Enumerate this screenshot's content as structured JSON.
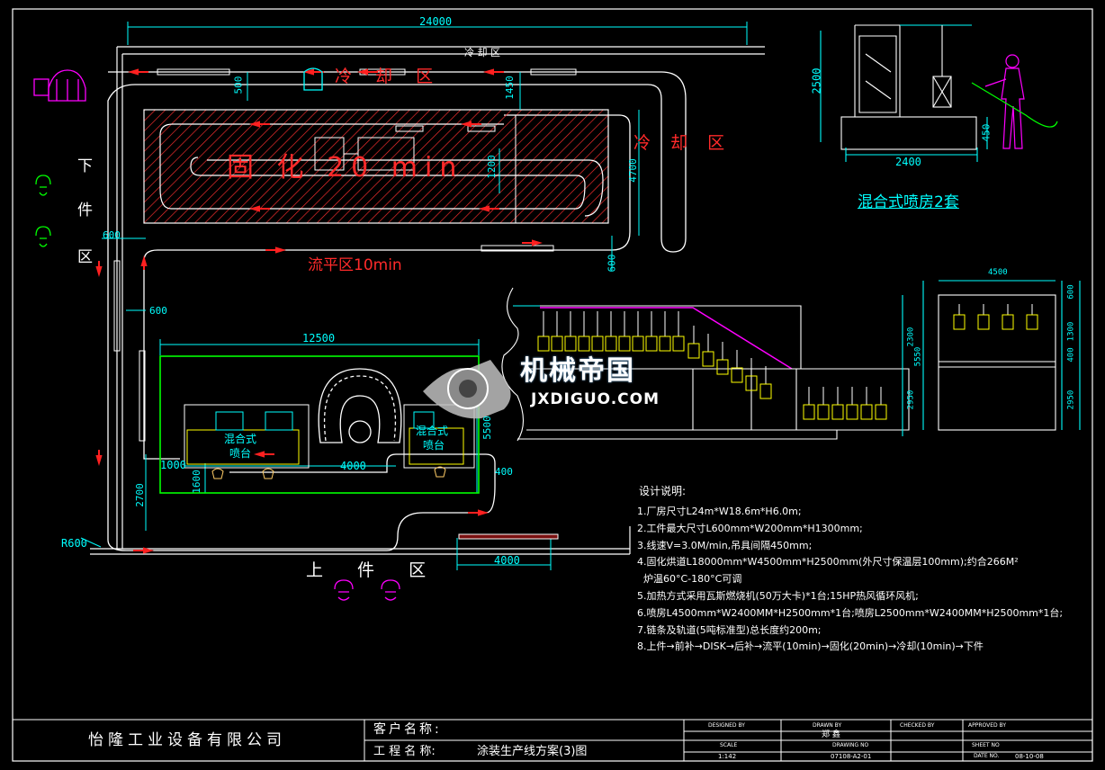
{
  "colors": {
    "background": "#000000",
    "border": "#ffffff",
    "zone_label": "#ff2a2a",
    "dimension": "#00ffff",
    "booth_outline": "#00ff00",
    "chain": "#ffffff",
    "hatch": "#ff3030",
    "note_text": "#ffffff",
    "booth_title": "#00ffff",
    "logo_text": "#ffffff",
    "magenta": "#ff00ff",
    "yellow": "#ffff00"
  },
  "layout": {
    "top_dim": "24000",
    "cooling_zone_top_small": "冷 却 区",
    "cooling_zone_top": "冷 却 区",
    "cooling_zone_right": "冷 却 区",
    "curing_label": "固 化 20 min",
    "leveling_label": "流平区10min",
    "unload_zone": [
      "下",
      "件",
      "区"
    ],
    "load_zone": "上 件 区",
    "dims": {
      "d500": "500",
      "d1450": "1450",
      "d1200": "1200",
      "d4700": "4700",
      "d600_left": "600",
      "d600_right": "600",
      "d600_mid": "600",
      "d12500": "12500",
      "d5500": "5500",
      "d4000_mid": "4000",
      "d1000": "1000",
      "d1600": "1600",
      "d2700": "2700",
      "r600": "R600",
      "d4000_bottom": "4000",
      "d400": "400"
    },
    "booth_left": [
      "混合式",
      "喷台"
    ],
    "booth_right": [
      "混合式",
      "喷台"
    ]
  },
  "side_view": {
    "dim_2500": "2500",
    "dim_2400": "2400",
    "dim_450": "450",
    "title": "混合式喷房2套"
  },
  "oven_section": {
    "dim_4500": "4500",
    "dim_600": "600",
    "dim_1300": "1300",
    "dim_400": "400",
    "dim_2300": "2300",
    "dim_5550": "5550",
    "dim_2950": "2950"
  },
  "logo": {
    "cn": "机械帝国",
    "en": "JXDIGUO.COM"
  },
  "notes": {
    "title": "设计说明:",
    "lines": [
      "1.厂房尺寸L24m*W18.6m*H6.0m;",
      "2.工件最大尺寸L600mm*W200mm*H1300mm;",
      "3.线速V=3.0M/min,吊具间隔450mm;",
      "4.固化烘道L18000mm*W4500mm*H2500mm(外尺寸保温层100mm);约合266M²",
      "  炉温60°C-180°C可调",
      "5.加热方式采用瓦斯燃烧机(50万大卡)*1台;15HP热风循环风机;",
      "6.喷房L4500mm*W2400MM*H2500mm*1台;喷房L2500mm*W2400MM*H2500mm*1台;",
      "7.链条及轨道(5吨标准型)总长度约200m;",
      "8.上件→前补→DISK→后补→流平(10min)→固化(20min)→冷却(10min)→下件"
    ]
  },
  "title_block": {
    "company": "怡隆工业设备有限公司",
    "client_label": "客户名称:",
    "project_label": "工 程 名 称:",
    "project_name": "涂装生产线方案(3)图",
    "designed_by": "DESIGNED BY",
    "drawn_by": "DRAWN BY",
    "checked_by": "CHECKED BY",
    "approved_by": "APPROVED BY",
    "drawn_name": "郑 鑫",
    "scale_label": "SCALE",
    "scale_value": "1:142",
    "drawing_no_label": "DRAWING NO",
    "drawing_no": "07108-A2-01",
    "sheet_no_label": "SHEET NO",
    "date_label": "DATE NO.",
    "date_value": "08-10-08"
  }
}
